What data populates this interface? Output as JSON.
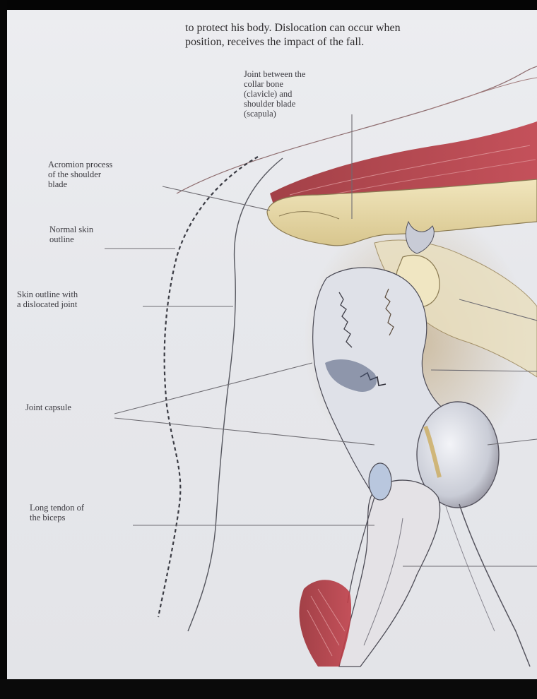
{
  "caption": {
    "line1": "to protect his body. Dislocation can occur when",
    "line2": "position, receives the impact of the fall."
  },
  "labels": {
    "ac_joint": "Joint between the\ncollar bone\n(clavicle) and\nshoulder blade\n(scapula)",
    "acromion": "Acromion process\nof the shoulder\nblade",
    "normal_skin": "Normal skin\noutline",
    "dislocated_skin": "Skin outline with\na dislocated joint",
    "joint_capsule": "Joint capsule",
    "biceps_tendon": "Long tendon of\nthe biceps"
  },
  "colors": {
    "muscle": "#a8333a",
    "bone": "#eadcaa",
    "paper": "#e8e9ed",
    "leader_line": "#6e6c72"
  }
}
